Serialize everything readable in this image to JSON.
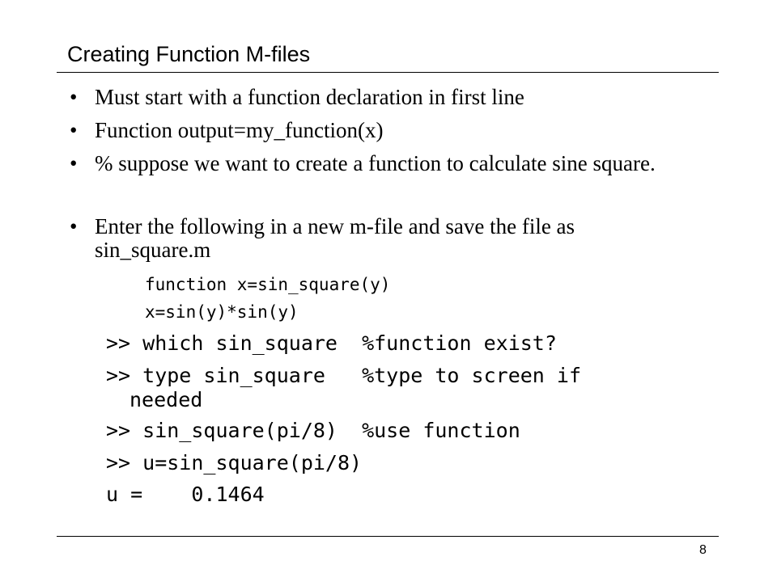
{
  "slide": {
    "title": "Creating Function M-files",
    "bullet_symbol": "•",
    "bullets": [
      "Must start with a function declaration in first line",
      "Function output=my_function(x)",
      "% suppose we want to create a function to calculate sine square.",
      "Enter the following in a new m-file and save the file as sin_square.m"
    ],
    "code_file_lines": [
      "function x=sin_square(y)",
      "x=sin(y)*sin(y)"
    ],
    "console_lines": [
      ">> which sin_square  %function exist?",
      ">> type sin_square   %type to screen if",
      "needed",
      ">> sin_square(pi/8)  %use function",
      ">> u=sin_square(pi/8)",
      "u =    0.1464"
    ],
    "page_number": "8"
  }
}
